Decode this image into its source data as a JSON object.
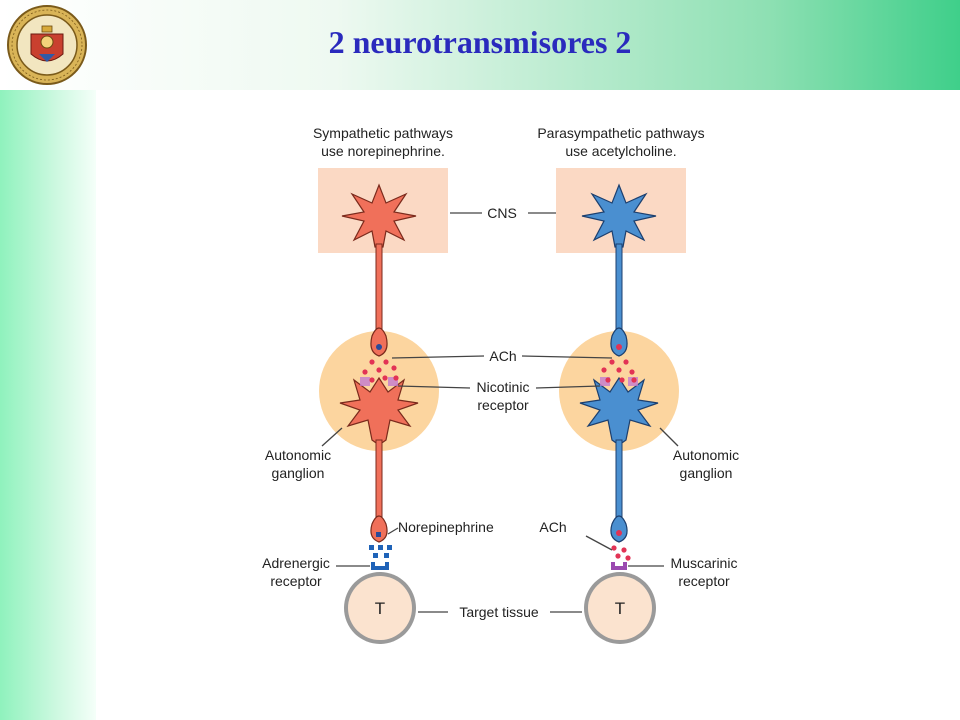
{
  "header": {
    "title": "2 neurotransmisores 2"
  },
  "logo": {
    "icon": "university-seal-icon"
  },
  "labels": {
    "sympathetic_line1": "Sympathetic pathways",
    "sympathetic_line2": "use norepinephrine.",
    "parasympathetic_line1": "Parasympathetic pathways",
    "parasympathetic_line2": "use acetylcholine.",
    "cns": "CNS",
    "ach": "ACh",
    "nicotinic_line1": "Nicotinic",
    "nicotinic_line2": "receptor",
    "autonomic_line1": "Autonomic",
    "autonomic_line2": "ganglion",
    "norepinephrine": "Norepinephrine",
    "ach_terminal": "ACh",
    "adrenergic_line1": "Adrenergic",
    "adrenergic_line2": "receptor",
    "muscarinic_line1": "Muscarinic",
    "muscarinic_line2": "receptor",
    "target_tissue": "Target tissue",
    "target_letter": "T"
  },
  "colors": {
    "sympathetic": "#f0705a",
    "parasympathetic": "#4a8fd0",
    "cns_box": "#fbd9c4",
    "ganglion": "#fcd59f",
    "transmitter_dots": "#e23355",
    "receptor_purple": "#c27bd0",
    "title": "#2a2abd"
  }
}
